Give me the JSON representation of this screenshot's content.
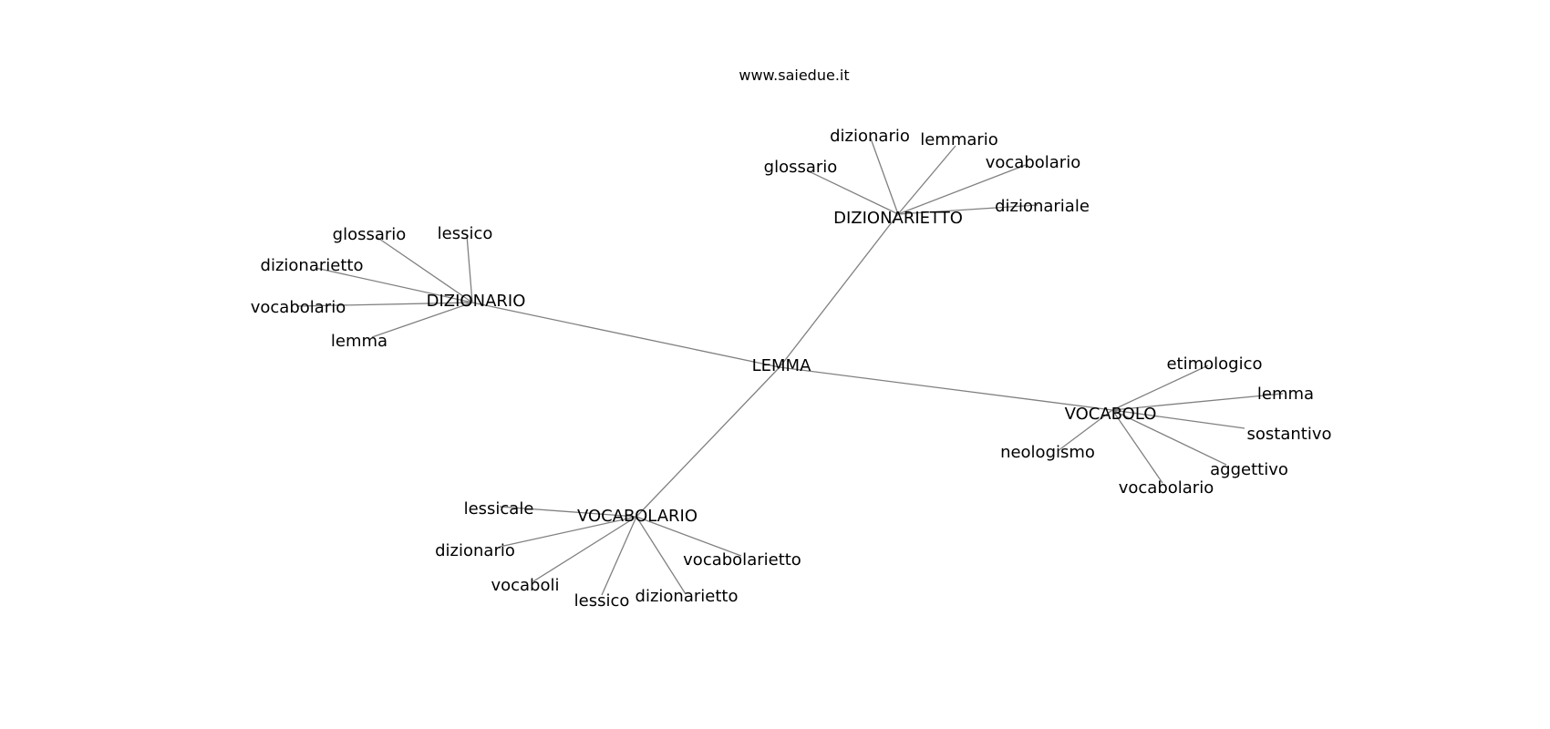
{
  "watermark": "www.saiedue.it",
  "colors": {
    "edge": "#808080",
    "text": "#000000",
    "background": "#ffffff"
  },
  "center": {
    "id": "lemma",
    "label": "LEMMA"
  },
  "hubs": [
    {
      "id": "dizionarietto",
      "label": "DIZIONARIETTO",
      "leaves": [
        {
          "id": "dizionarietto-dizionario",
          "label": "dizionario"
        },
        {
          "id": "dizionarietto-lemmario",
          "label": "lemmario"
        },
        {
          "id": "dizionarietto-glossario",
          "label": "glossario"
        },
        {
          "id": "dizionarietto-vocabolario",
          "label": "vocabolario"
        },
        {
          "id": "dizionarietto-dizionariale",
          "label": "dizionariale"
        }
      ]
    },
    {
      "id": "dizionario",
      "label": "DIZIONARIO",
      "leaves": [
        {
          "id": "dizionario-glossario",
          "label": "glossario"
        },
        {
          "id": "dizionario-lessico",
          "label": "lessico"
        },
        {
          "id": "dizionario-dizionarietto",
          "label": "dizionarietto"
        },
        {
          "id": "dizionario-vocabolario",
          "label": "vocabolario"
        },
        {
          "id": "dizionario-lemma",
          "label": "lemma"
        }
      ]
    },
    {
      "id": "vocabolo",
      "label": "VOCABOLO",
      "leaves": [
        {
          "id": "vocabolo-etimologico",
          "label": "etimologico"
        },
        {
          "id": "vocabolo-lemma",
          "label": "lemma"
        },
        {
          "id": "vocabolo-sostantivo",
          "label": "sostantivo"
        },
        {
          "id": "vocabolo-neologismo",
          "label": "neologismo"
        },
        {
          "id": "vocabolo-aggettivo",
          "label": "aggettivo"
        },
        {
          "id": "vocabolo-vocabolario",
          "label": "vocabolario"
        }
      ]
    },
    {
      "id": "vocabolario",
      "label": "VOCABOLARIO",
      "leaves": [
        {
          "id": "vocabolario-lessicale",
          "label": "lessicale"
        },
        {
          "id": "vocabolario-dizionario",
          "label": "dizionario"
        },
        {
          "id": "vocabolario-vocabolarietto",
          "label": "vocabolarietto"
        },
        {
          "id": "vocabolario-vocaboli",
          "label": "vocaboli"
        },
        {
          "id": "vocabolario-lessico",
          "label": "lessico"
        },
        {
          "id": "vocabolario-dizionarietto",
          "label": "dizionarietto"
        }
      ]
    }
  ]
}
